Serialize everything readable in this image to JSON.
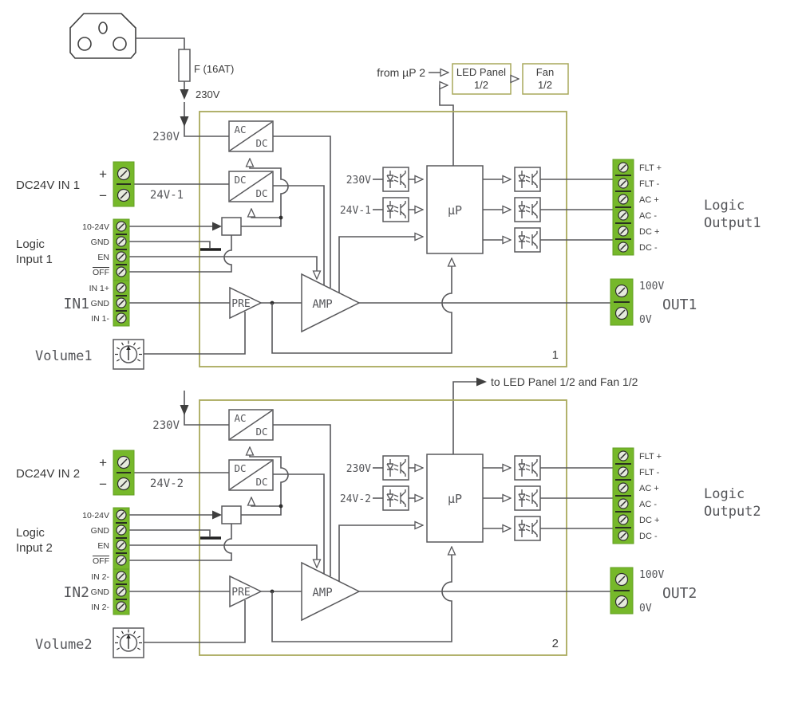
{
  "fuse": {
    "label": "F (16AT)",
    "voltage": "230V"
  },
  "top": {
    "from_up": "from µP 2",
    "led_line1": "LED Panel",
    "led_line2": "1/2",
    "fan_line1": "Fan",
    "fan_line2": "1/2"
  },
  "note": {
    "to_led_fan": "to LED Panel 1/2 and Fan 1/2"
  },
  "ch1": {
    "number": "1",
    "mains": "230V",
    "acdc_top": "AC",
    "acdc_bot": "DC",
    "dcdc_top": "DC",
    "dcdc_bot": "DC",
    "dc_in_label": "DC24V IN 1",
    "plus": "+",
    "minus": "−",
    "dc_net": "24V-1",
    "logic_in_line1": "Logic",
    "logic_in_line2": "Input 1",
    "li_pins": [
      "10-24V",
      "GND",
      "EN",
      "OFF"
    ],
    "in_label": "IN1",
    "in_pins": [
      "IN 1+",
      "GND",
      "IN 1-"
    ],
    "volume": "Volume1",
    "opto_230": "230V",
    "opto_24": "24V-1",
    "mcu": "µP",
    "pre": "PRE",
    "amp": "AMP",
    "lo_pins": [
      "FLT +",
      "FLT -",
      "AC +",
      "AC -",
      "DC +",
      "DC -"
    ],
    "logic_out_line1": "Logic",
    "logic_out_line2": "Output1",
    "out_100": "100V",
    "out_0": "0V",
    "out_label": "OUT1"
  },
  "ch2": {
    "number": "2",
    "mains": "230V",
    "acdc_top": "AC",
    "acdc_bot": "DC",
    "dcdc_top": "DC",
    "dcdc_bot": "DC",
    "dc_in_label": "DC24V IN 2",
    "plus": "+",
    "minus": "−",
    "dc_net": "24V-2",
    "logic_in_line1": "Logic",
    "logic_in_line2": "Input 2",
    "li_pins": [
      "10-24V",
      "GND",
      "EN",
      "OFF"
    ],
    "in_label": "IN2",
    "in_pins": [
      "IN 2-",
      "GND",
      "IN 2-"
    ],
    "volume": "Volume2",
    "opto_230": "230V",
    "opto_24": "24V-2",
    "mcu": "µP",
    "pre": "PRE",
    "amp": "AMP",
    "lo_pins": [
      "FLT +",
      "FLT -",
      "AC +",
      "AC -",
      "DC +",
      "DC -"
    ],
    "logic_out_line1": "Logic",
    "logic_out_line2": "Output2",
    "out_100": "100V",
    "out_0": "0V",
    "out_label": "OUT2"
  }
}
